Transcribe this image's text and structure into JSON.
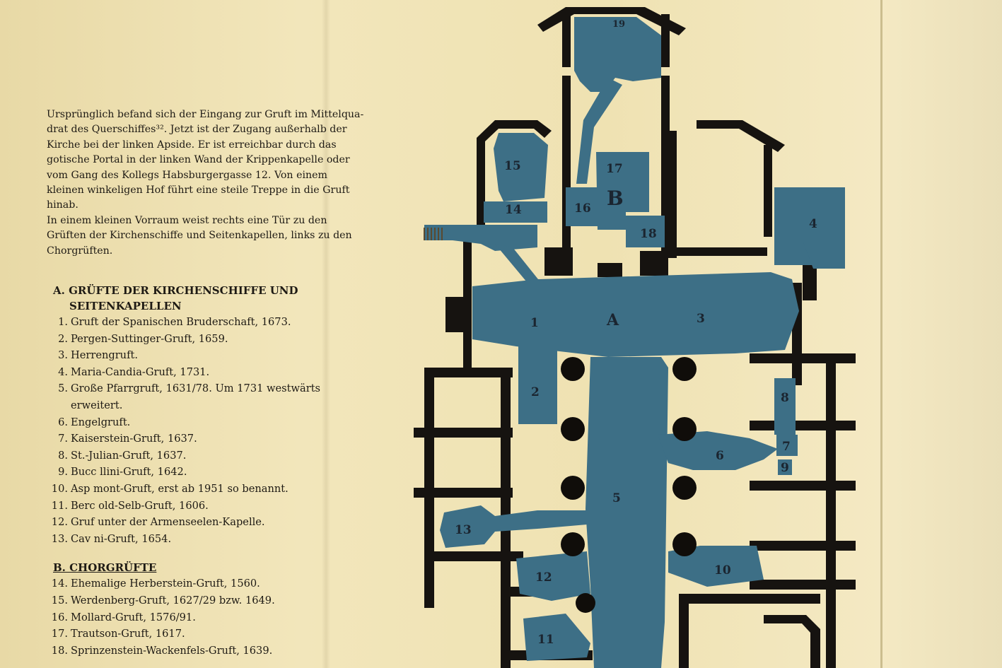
{
  "intro": {
    "lines": [
      "Ursprünglich befand sich der Eingang zur Gruft im Mittelqua-",
      "drat des Querschiffes³². Jetzt ist der Zugang außerhalb der",
      "Kirche bei der linken Apside. Er ist erreichbar durch das",
      "gotische Portal in der linken Wand der Krippenkapelle oder",
      "vom Gang des Kollegs Habsburgergasse 12. Von einem",
      "kleinen winkeligen Hof führt eine steile Treppe in die Gruft",
      "hinab.",
      "In einem kleinen Vorraum weist rechts eine Tür zu den",
      "Grüften der Kirchenschiffe und Seitenkapellen, links zu den",
      "Chorgrüften."
    ]
  },
  "section_a": {
    "title_line1": "A. GRÜFTE DER KIRCHENSCHIFFE UND",
    "title_line2": "SEITENKAPELLEN",
    "items": [
      {
        "num": "1.",
        "text": "Gruft der Spanischen Bruderschaft, 1673."
      },
      {
        "num": "2.",
        "text": "Pergen-Suttinger-Gruft, 1659."
      },
      {
        "num": "3.",
        "text": "Herrengruft."
      },
      {
        "num": "4.",
        "text": "Maria-Candia-Gruft, 1731."
      },
      {
        "num": "5.",
        "text": "Große Pfarrgruft, 1631/78. Um 1731 westwärts"
      },
      {
        "num": "",
        "text": "erweitert."
      },
      {
        "num": "6.",
        "text": "Engelgruft."
      },
      {
        "num": "7.",
        "text": "Kaiserstein-Gruft, 1637."
      },
      {
        "num": "8.",
        "text": "St.-Julian-Gruft, 1637."
      },
      {
        "num": "9.",
        "text": "Bucc llini-Gruft, 1642."
      },
      {
        "num": "10.",
        "text": "Asp mont-Gruft, erst ab 1951 so benannt."
      },
      {
        "num": "11.",
        "text": "Berc old-Selb-Gruft, 1606."
      },
      {
        "num": "12.",
        "text": "Gruf unter der Armenseelen-Kapelle."
      },
      {
        "num": "13.",
        "text": "Cav ni-Gruft, 1654."
      }
    ]
  },
  "section_b": {
    "title": "B. CHORGRÜFTE",
    "items": [
      {
        "num": "14.",
        "text": "Ehemalige Herberstein-Gruft, 1560."
      },
      {
        "num": "15.",
        "text": "Werdenberg-Gruft, 1627/29 bzw. 1649."
      },
      {
        "num": "16.",
        "text": "Mollard-Gruft, 1576/91."
      },
      {
        "num": "17.",
        "text": "Trautson-Gruft, 1617."
      },
      {
        "num": "18.",
        "text": "Sprinzenstein-Wackenfels-Gruft, 1639."
      }
    ]
  },
  "map": {
    "colors": {
      "crypt": "#3d6f86",
      "wall": "#161310",
      "paper": "#efe2b4"
    },
    "labels": {
      "l1": "1",
      "l2": "2",
      "l3": "3",
      "l4": "4",
      "l5": "5",
      "l6": "6",
      "l7": "7",
      "l8": "8",
      "l9": "9",
      "l10": "10",
      "l11": "11",
      "l12": "12",
      "l13": "13",
      "l14": "14",
      "l15": "15",
      "l16": "16",
      "l17": "17",
      "l18": "18",
      "l19": "19",
      "lA": "A",
      "lB": "B"
    }
  }
}
